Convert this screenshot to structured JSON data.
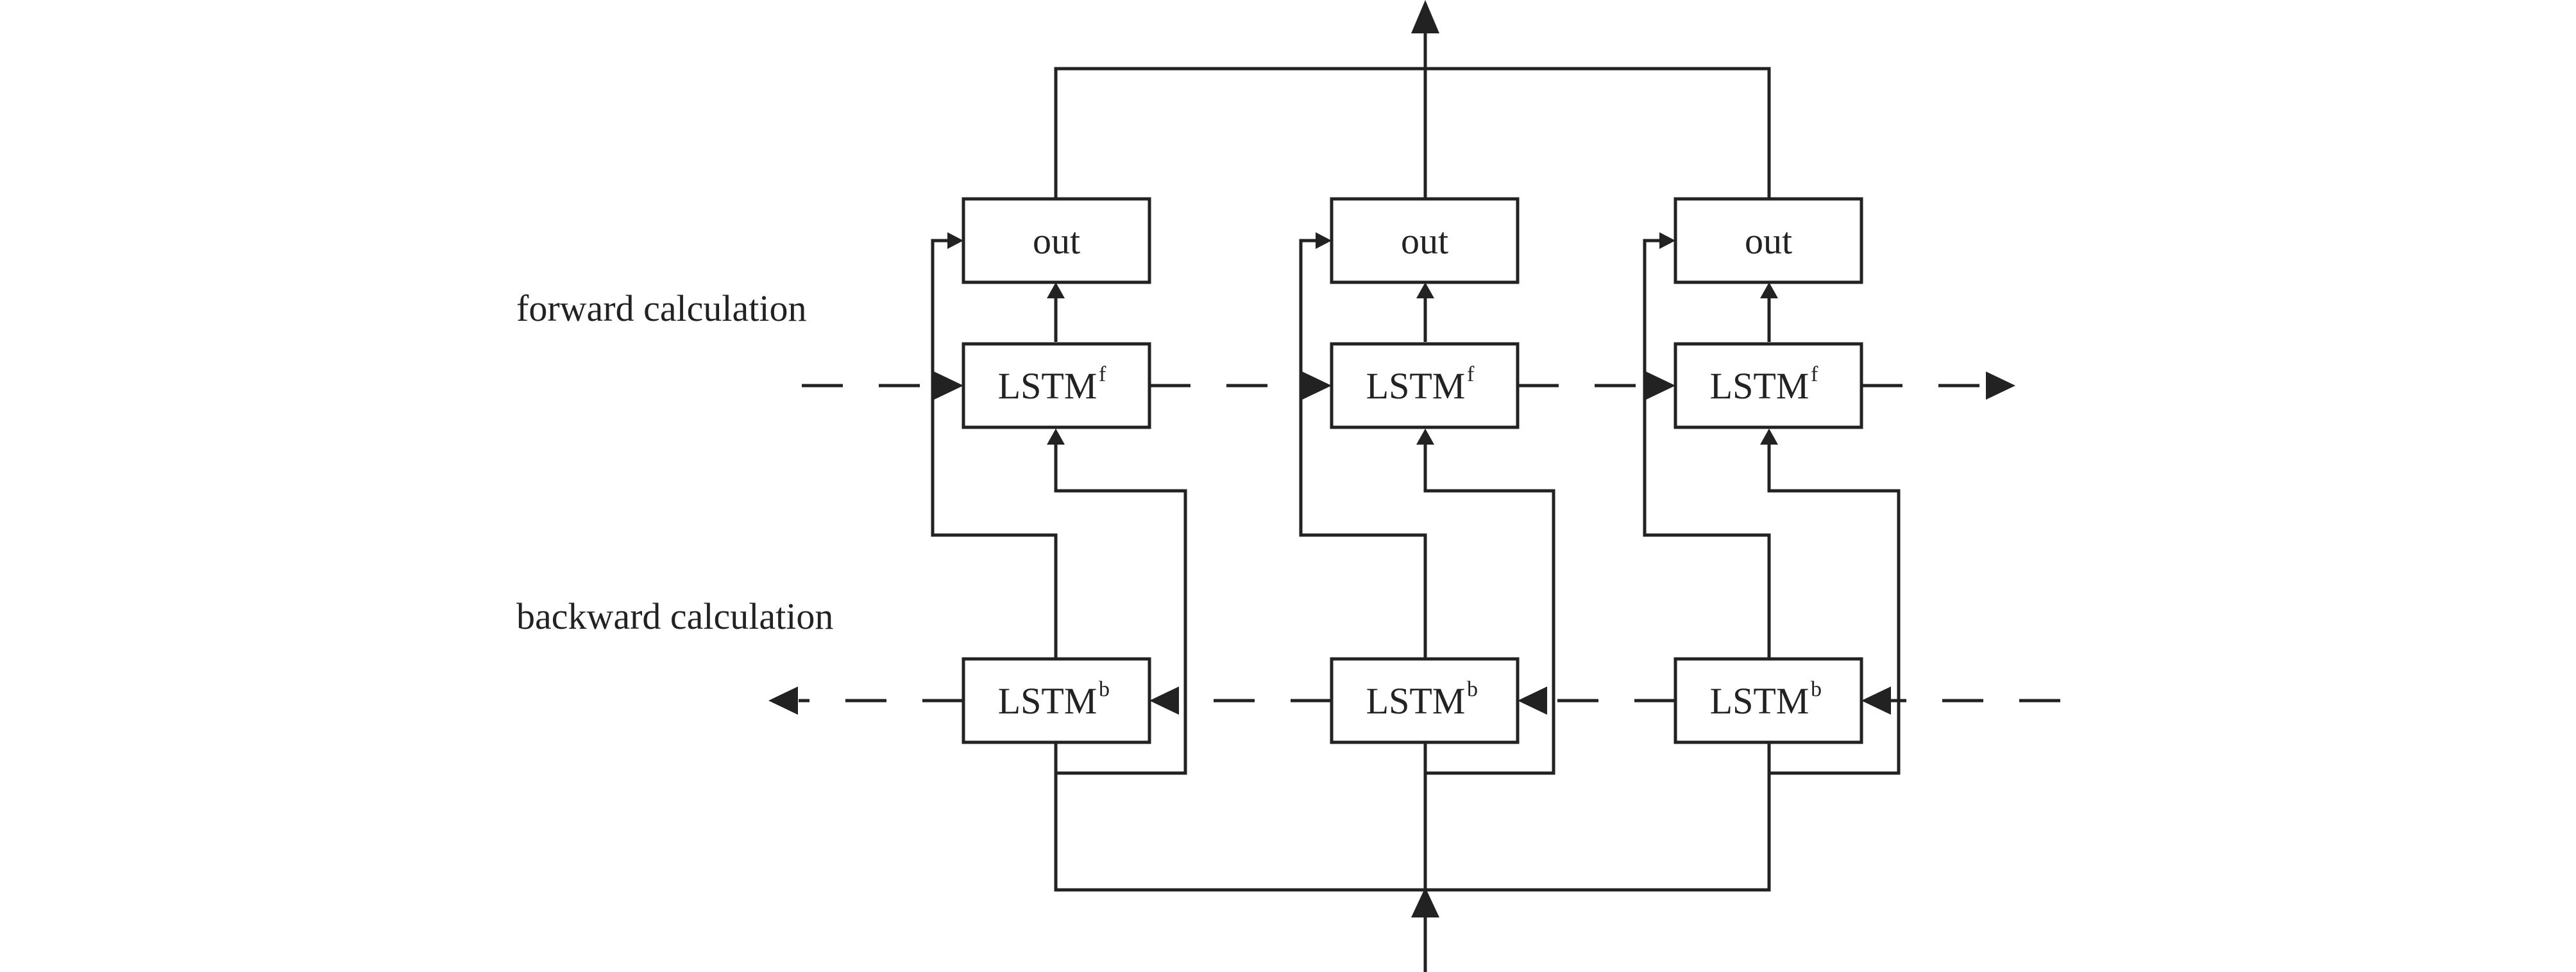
{
  "labels": {
    "forward": "forward calculation",
    "backward": "backward calculation"
  },
  "columns": [
    {
      "out": "out",
      "fwd": "LSTM",
      "fwd_sup": "f",
      "bwd": "LSTM",
      "bwd_sup": "b"
    },
    {
      "out": "out",
      "fwd": "LSTM",
      "fwd_sup": "f",
      "bwd": "LSTM",
      "bwd_sup": "b"
    },
    {
      "out": "out",
      "fwd": "LSTM",
      "fwd_sup": "f",
      "bwd": "LSTM",
      "bwd_sup": "b"
    }
  ],
  "colors": {
    "stroke": "#222222",
    "background": "#ffffff"
  }
}
